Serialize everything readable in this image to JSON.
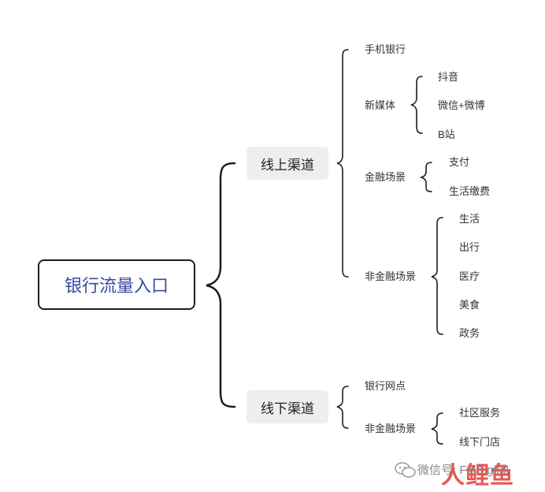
{
  "root": {
    "label": "银行流量入口"
  },
  "channels": {
    "online": {
      "label": "线上渠道",
      "items": {
        "mobile_bank": "手机银行",
        "new_media": {
          "label": "新媒体",
          "items": [
            "抖音",
            "微信+微博",
            "B站"
          ]
        },
        "finance": {
          "label": "金融场景",
          "items": [
            "支付",
            "生活缴费"
          ]
        },
        "non_finance": {
          "label": "非金融场景",
          "items": [
            "生活",
            "出行",
            "医疗",
            "美食",
            "政务"
          ]
        }
      }
    },
    "offline": {
      "label": "线下渠道",
      "items": {
        "branch": "银行网点",
        "non_finance": {
          "label": "非金融场景",
          "items": [
            "社区服务",
            "线下门店"
          ]
        }
      }
    }
  },
  "watermark": {
    "text": "微信号: FinDigital",
    "logo_text": "人鲤鱼"
  },
  "colors": {
    "root_text": "#3949a3",
    "chip_bg": "#eeeeee",
    "line": "#1e1e1e"
  }
}
